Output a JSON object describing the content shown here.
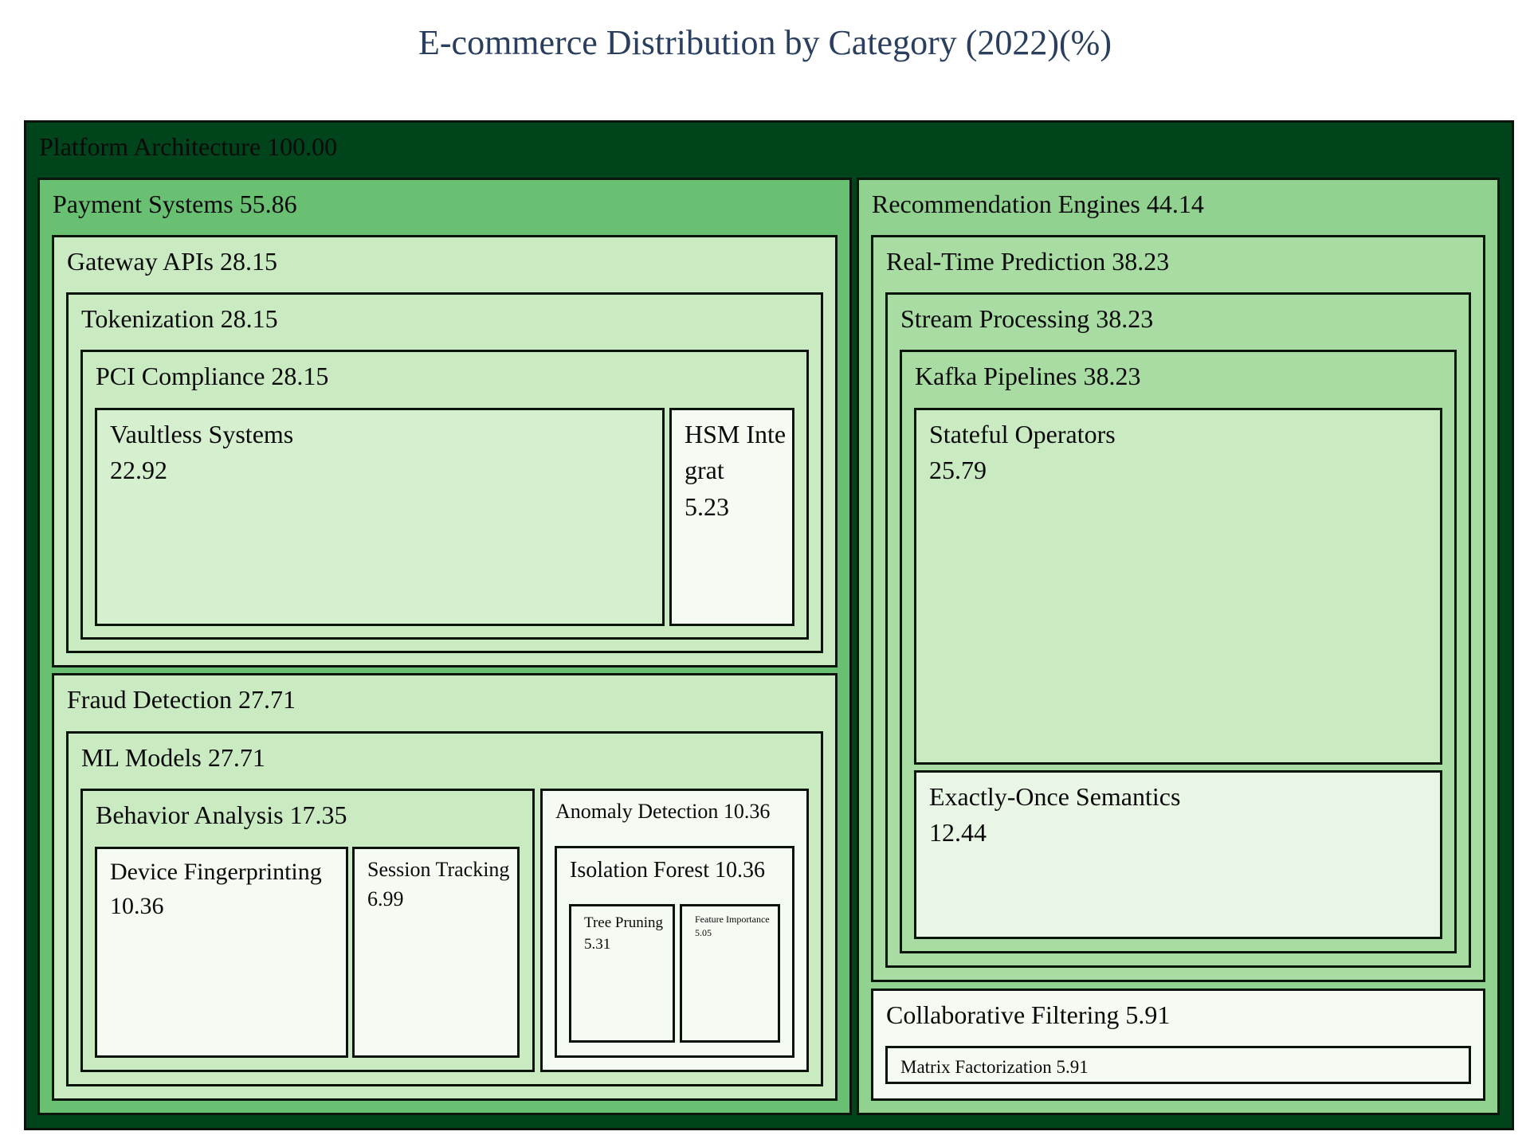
{
  "chart_data": {
    "type": "treemap",
    "title": "E-commerce Distribution by Category (2022)(%)",
    "root": {
      "name": "Platform Architecture",
      "value": 100.0,
      "children": [
        {
          "name": "Payment Systems",
          "value": 55.86,
          "children": [
            {
              "name": "Gateway APIs",
              "value": 28.15,
              "children": [
                {
                  "name": "Tokenization",
                  "value": 28.15,
                  "children": [
                    {
                      "name": "PCI Compliance",
                      "value": 28.15,
                      "children": [
                        {
                          "name": "Vaultless Systems",
                          "value": 22.92
                        },
                        {
                          "name": "HSM Integrat",
                          "value": 5.23
                        }
                      ]
                    }
                  ]
                }
              ]
            },
            {
              "name": "Fraud Detection",
              "value": 27.71,
              "children": [
                {
                  "name": "ML Models",
                  "value": 27.71,
                  "children": [
                    {
                      "name": "Behavior Analysis",
                      "value": 17.35,
                      "children": [
                        {
                          "name": "Device Fingerprinting",
                          "value": 10.36
                        },
                        {
                          "name": "Session Tracking",
                          "value": 6.99
                        }
                      ]
                    },
                    {
                      "name": "Anomaly Detection",
                      "value": 10.36,
                      "children": [
                        {
                          "name": "Isolation Forest",
                          "value": 10.36,
                          "children": [
                            {
                              "name": "Tree Pruning",
                              "value": 5.31
                            },
                            {
                              "name": "Feature Importance",
                              "value": 5.05
                            }
                          ]
                        }
                      ]
                    }
                  ]
                }
              ]
            }
          ]
        },
        {
          "name": "Recommendation Engines",
          "value": 44.14,
          "children": [
            {
              "name": "Real-Time Prediction",
              "value": 38.23,
              "children": [
                {
                  "name": "Stream Processing",
                  "value": 38.23,
                  "children": [
                    {
                      "name": "Kafka Pipelines",
                      "value": 38.23,
                      "children": [
                        {
                          "name": "Stateful Operators",
                          "value": 25.79
                        },
                        {
                          "name": "Exactly-Once Semantics",
                          "value": 12.44
                        }
                      ]
                    }
                  ]
                }
              ]
            },
            {
              "name": "Collaborative Filtering",
              "value": 5.91,
              "children": [
                {
                  "name": "Matrix Factorization",
                  "value": 5.91
                }
              ]
            }
          ]
        }
      ]
    },
    "colors": [
      "#00441b",
      "#69bf72",
      "#92d290",
      "#caeac2",
      "#a8dca2",
      "#d5efcf",
      "#f5fbf3",
      "#eaf6e5"
    ]
  }
}
